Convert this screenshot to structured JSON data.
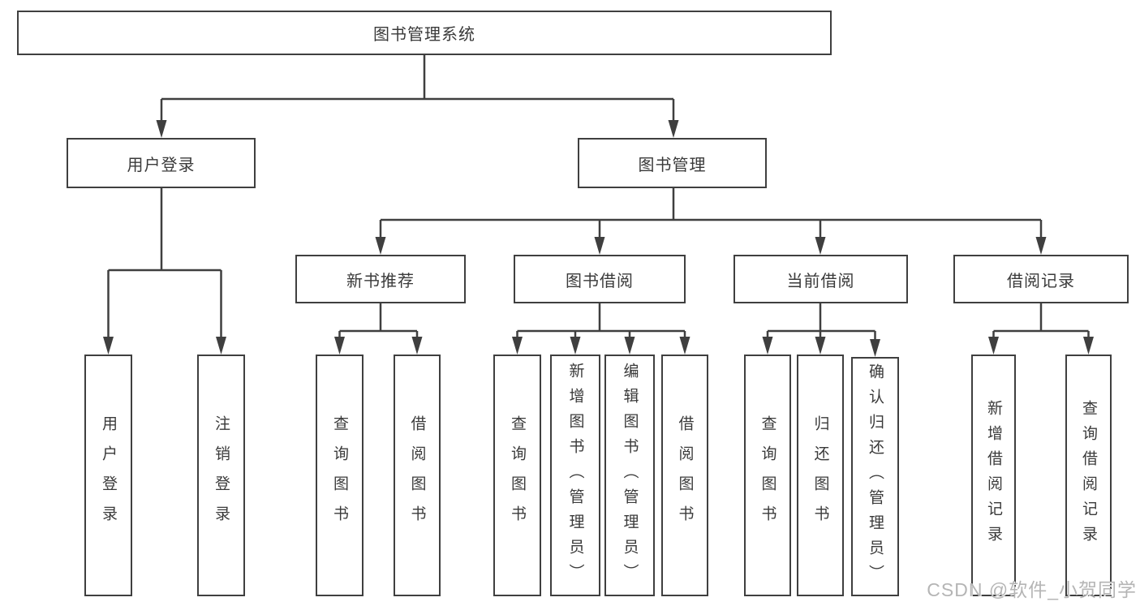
{
  "tree": {
    "root": {
      "label": "图书管理系统",
      "children": [
        {
          "label": "用户登录",
          "children": [
            {
              "label": "用户登录"
            },
            {
              "label": "注销登录"
            }
          ]
        },
        {
          "label": "图书管理",
          "children": [
            {
              "label": "新书推荐",
              "children": [
                {
                  "label": "查询图书"
                },
                {
                  "label": "借阅图书"
                }
              ]
            },
            {
              "label": "图书借阅",
              "children": [
                {
                  "label": "查询图书"
                },
                {
                  "label": "新增图书（管理员）"
                },
                {
                  "label": "编辑图书（管理员）"
                },
                {
                  "label": "借阅图书"
                }
              ]
            },
            {
              "label": "当前借阅",
              "children": [
                {
                  "label": "查询图书"
                },
                {
                  "label": "归还图书"
                },
                {
                  "label": "确认归还（管理员）"
                }
              ]
            },
            {
              "label": "借阅记录",
              "children": [
                {
                  "label": "新增借阅记录"
                },
                {
                  "label": "查询借阅记录"
                }
              ]
            }
          ]
        }
      ]
    }
  },
  "colors": {
    "line": "#3f3f3f",
    "text": "#3a3a3a",
    "watermark": "#b5b5b5",
    "background": "#ffffff"
  },
  "watermark": "CSDN @软件_小贺同学"
}
